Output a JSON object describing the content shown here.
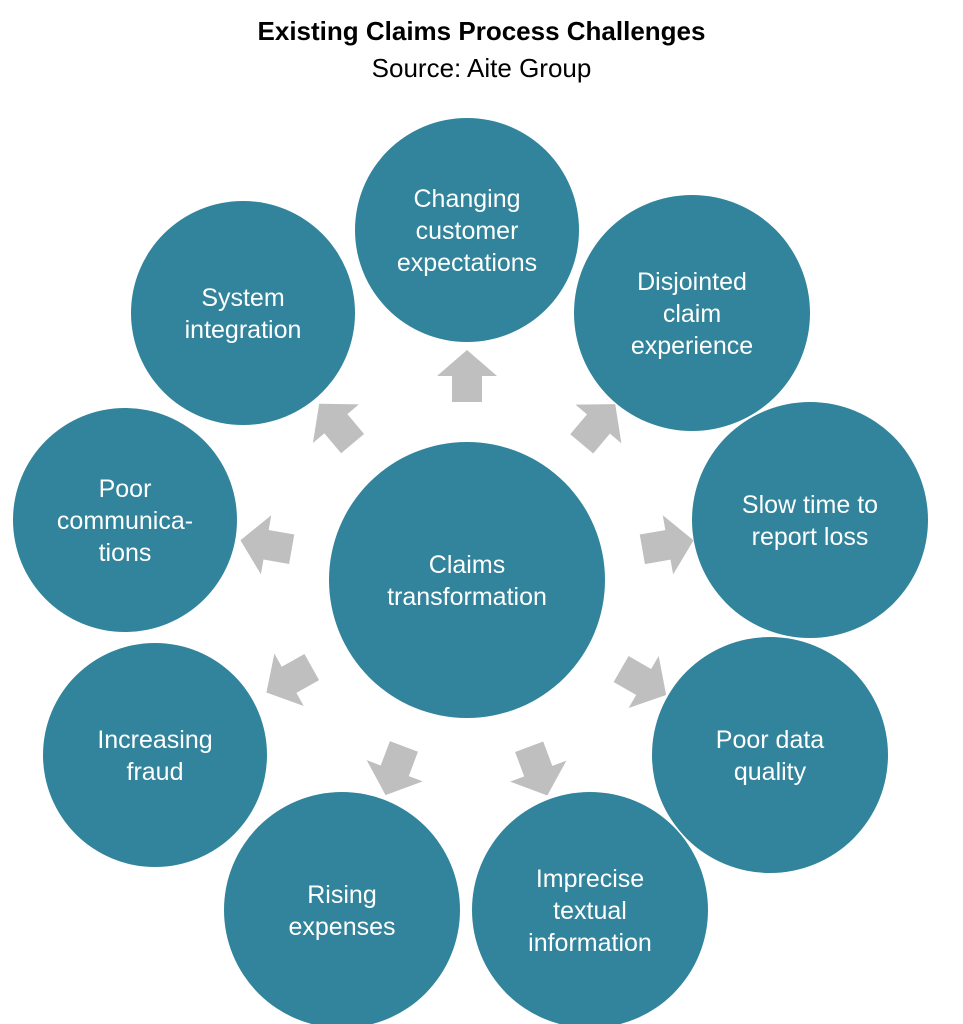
{
  "title": "Existing Claims Process Challenges",
  "subtitle": "Source: Aite Group",
  "colors": {
    "circle_fill": "#31849b",
    "arrow_fill": "#bfbfbf",
    "label_text": "#ffffff"
  },
  "center": {
    "label_lines": [
      "Claims",
      "transformation"
    ]
  },
  "challenges": [
    {
      "id": "changing-customer-expectations",
      "label_lines": [
        "Changing",
        "customer",
        "expectations"
      ]
    },
    {
      "id": "disjointed-claim-experience",
      "label_lines": [
        "Disjointed",
        "claim",
        "experience"
      ]
    },
    {
      "id": "slow-time-to-report-loss",
      "label_lines": [
        "Slow time to",
        "report loss"
      ]
    },
    {
      "id": "poor-data-quality",
      "label_lines": [
        "Poor data",
        "quality"
      ]
    },
    {
      "id": "imprecise-textual-information",
      "label_lines": [
        "Imprecise",
        "textual",
        "information"
      ]
    },
    {
      "id": "rising-expenses",
      "label_lines": [
        "Rising",
        "expenses"
      ]
    },
    {
      "id": "increasing-fraud",
      "label_lines": [
        "Increasing",
        "fraud"
      ]
    },
    {
      "id": "poor-communications",
      "label_lines": [
        "Poor",
        "communica-",
        "tions"
      ]
    },
    {
      "id": "system-integration",
      "label_lines": [
        "System",
        "integration"
      ]
    }
  ]
}
